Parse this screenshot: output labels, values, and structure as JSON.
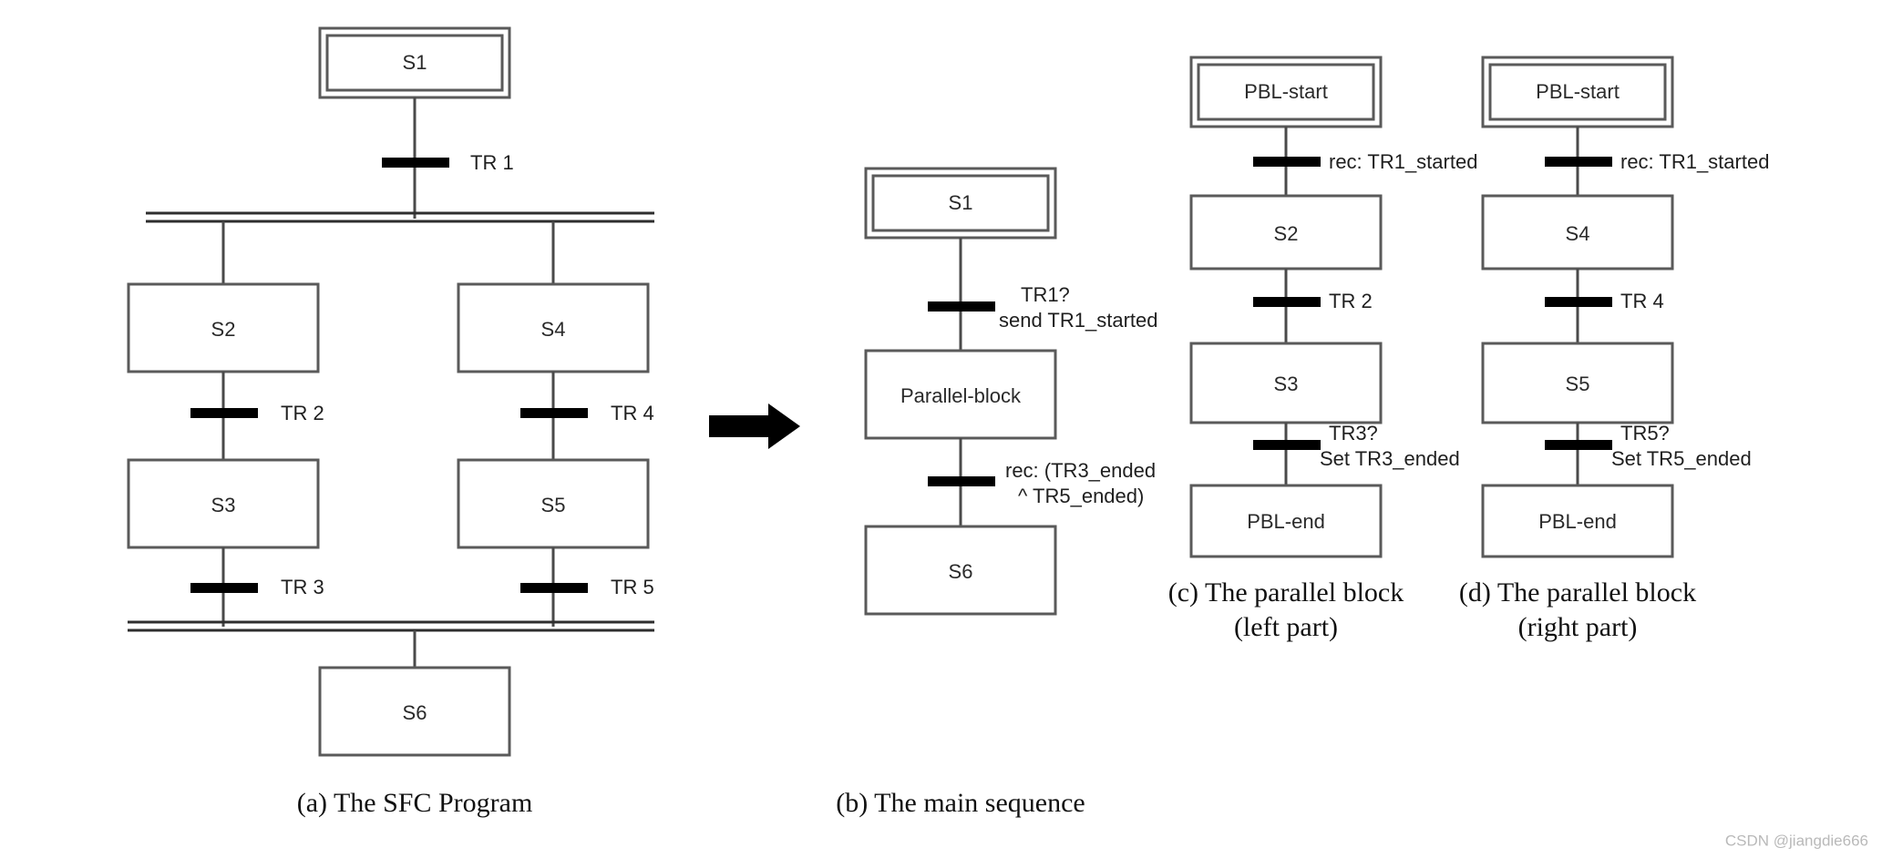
{
  "figure": {
    "background_color": "#ffffff",
    "box_stroke_color": "#5a5a5a",
    "line_color": "#4a4a4a",
    "transition_color": "#000000",
    "watermark": "CSDN @jiangdie666"
  },
  "panel_a": {
    "caption": "(a) The SFC Program",
    "steps": {
      "s1": "S1",
      "s2": "S2",
      "s3": "S3",
      "s4": "S4",
      "s5": "S5",
      "s6": "S6"
    },
    "transitions": {
      "tr1": "TR 1",
      "tr2": "TR 2",
      "tr3": "TR 3",
      "tr4": "TR 4",
      "tr5": "TR 5"
    }
  },
  "panel_b": {
    "caption": "(b) The main sequence",
    "steps": {
      "s1": "S1",
      "parallel_block": "Parallel-block",
      "s6": "S6"
    },
    "transitions": {
      "t1_line1": "TR1?",
      "t1_line2": "send TR1_started",
      "t2_line1": "rec: (TR3_ended",
      "t2_line2": "^ TR5_ended)"
    }
  },
  "panel_c": {
    "caption_line1": "(c) The parallel block",
    "caption_line2": "(left part)",
    "steps": {
      "start": "PBL-start",
      "s2": "S2",
      "s3": "S3",
      "end": "PBL-end"
    },
    "transitions": {
      "t1": "rec: TR1_started",
      "t2": "TR 2",
      "t3_line1": "TR3?",
      "t3_line2": "Set TR3_ended"
    }
  },
  "panel_d": {
    "caption_line1": "(d) The parallel block",
    "caption_line2": "(right part)",
    "steps": {
      "start": "PBL-start",
      "s4": "S4",
      "s5": "S5",
      "end": "PBL-end"
    },
    "transitions": {
      "t1": "rec: TR1_started",
      "t2": "TR 4",
      "t3_line1": "TR5?",
      "t3_line2": "Set TR5_ended"
    }
  }
}
